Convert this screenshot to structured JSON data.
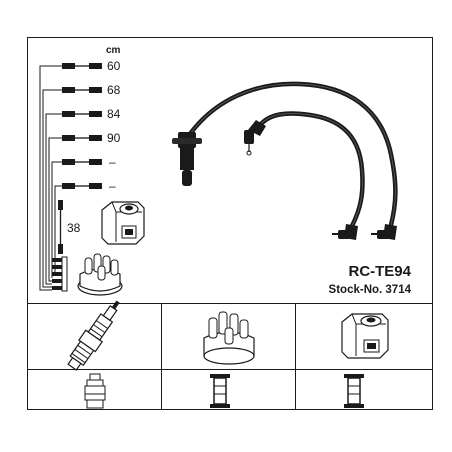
{
  "unit_label": "cm",
  "lengths": [
    "60",
    "68",
    "84",
    "90",
    "–",
    "–"
  ],
  "clip_length": "38",
  "product": {
    "code": "RC-TE94",
    "stock": "Stock-No. 3714"
  },
  "icons": {
    "ignition_coil": "ignition-coil-icon",
    "distributor_cap": "distributor-cap-icon",
    "spark_plug": "spark-plug-icon",
    "plug_connector": "straight-connector-icon",
    "cap_connector": "boot-terminal-icon"
  }
}
